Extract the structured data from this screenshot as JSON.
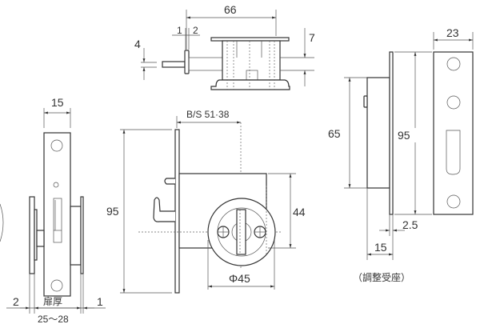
{
  "title": "Sliding door lock dimensional drawing",
  "top_view": {
    "dim_width": "66",
    "dim_gap_1": "1",
    "dim_gap_2": "2",
    "dim_rod": "4",
    "dim_thickness": "7"
  },
  "front_view": {
    "dim_backset": "B/S 51·38",
    "dim_height": "95",
    "dim_body": "44",
    "dim_diameter": "Φ45"
  },
  "side_view": {
    "dim_width": "15",
    "dim_left": "2",
    "dim_right": "1",
    "door_thickness_label": "扉厚",
    "door_thickness_range": "25～28"
  },
  "strike": {
    "dim_width": "23",
    "dim_body_height": "65",
    "dim_height": "95",
    "dim_plate": "2.5",
    "dim_depth": "15",
    "caption": "（調整受座）"
  }
}
